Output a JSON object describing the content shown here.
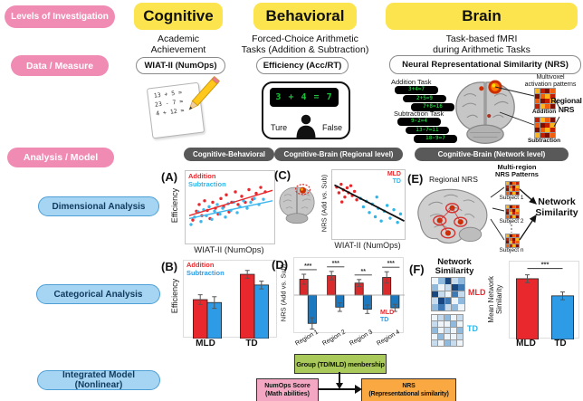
{
  "colors": {
    "mld_red": "#E8282C",
    "td_blue": "#2E9BE6",
    "accent_pink": "#F08CB4",
    "accent_yellow": "#FBE44D",
    "accent_light_blue": "#A5D5F2",
    "analysis_header_gray": "#595959",
    "stimulus_green": "#17C437",
    "group_box_green": "#A9C95A",
    "numops_box_pink": "#F4A7C3",
    "nrs_box_orange": "#F9A842"
  },
  "row_labels": {
    "levels": "Levels of Investigation",
    "data_measure": "Data / Measure",
    "analysis_model": "Analysis / Model",
    "dimensional": "Dimensional Analysis",
    "categorical": "Categorical Analysis",
    "integrated": "Integrated Model (Nonlinear)"
  },
  "columns": {
    "cognitive": {
      "header": "Cognitive",
      "subtitle": "Academic\nAchievement",
      "measure": "WIAT-II (NumOps)"
    },
    "behavioral": {
      "header": "Behavioral",
      "subtitle": "Forced-Choice Arithmetic\nTasks (Addition & Subtraction)",
      "measure": "Efficiency (Acc/RT)"
    },
    "brain": {
      "header": "Brain",
      "subtitle": "Task-based fMRI\nduring Arithmetic Tasks",
      "measure": "Neural Representational Similarity (NRS)"
    }
  },
  "cognitive_icon": {
    "equations": [
      "13 + 5 =",
      "23 - 7 =",
      "4 + 12 ="
    ]
  },
  "behavioral_icon": {
    "stimulus": "3 + 4 = 7",
    "left_option": "Ture",
    "right_option": "False"
  },
  "brain_measure": {
    "addition_task_label": "Addition Task",
    "addition_stimuli": [
      "3+4=7",
      "2+5=9",
      "7+8=16"
    ],
    "subtraction_task_label": "Subtraction Task",
    "subtraction_stimuli": [
      "9-2=4",
      "13-7=11",
      "18-9=7"
    ],
    "multivoxel_label": "Multivoxel\nactivation patterns",
    "addition_matrix_label": "Addition",
    "subtraction_matrix_label": "Subtraction",
    "regional_nrs_label": "Regional\nNRS"
  },
  "analysis_headers": {
    "behavioral": "Cognitive-Behavioral",
    "regional": "Cognitive-Brain (Regional level)",
    "network": "Cognitive-Brain (Network level)"
  },
  "panels": {
    "A": {
      "label": "(A)",
      "legend": [
        "Addition",
        "Subtraction"
      ],
      "xlabel": "WIAT-II (NumOps)",
      "ylabel": "Efficiency"
    },
    "B": {
      "label": "(B)",
      "legend": [
        "Addition",
        "Subtraction"
      ],
      "xlabels": [
        "MLD",
        "TD"
      ],
      "ylabel": "Efficiency"
    },
    "C": {
      "label": "(C)",
      "legend": [
        "MLD",
        "TD"
      ],
      "xlabel": "WIAT-II (NumOps)",
      "ylabel": "NRS (Add vs. Sub)"
    },
    "D": {
      "label": "(D)",
      "legend": [
        "MLD",
        "TD"
      ],
      "xlabels": [
        "Region 1",
        "Region 2",
        "Region 3",
        "Region 4"
      ],
      "ylabel": "NRS (Add vs. Sub)"
    },
    "E": {
      "label": "(E)",
      "regional_nrs_label": "Regional NRS",
      "patterns_label": "Multi-region\nNRS Patterns",
      "subjects": [
        "Subject 1",
        "Subject 2",
        "Subject n"
      ],
      "network_similarity_label": "Network\nSimilarity"
    },
    "F": {
      "label": "(F)",
      "title": "Network\nSimilarity",
      "matrix_labels": [
        "MLD",
        "TD"
      ],
      "xlabels": [
        "MLD",
        "TD"
      ],
      "ylabel": "Mean Network\nSimilarity"
    }
  },
  "integrated_model": {
    "group_box": "Group (TD/MLD) menbership",
    "numops_box": "NumOps Score\n(Math abilities)",
    "nrs_box": "NRS\n(Representational similarity)"
  },
  "chart_data": [
    {
      "id": "plotA",
      "panel": "A",
      "type": "scatter",
      "title": "Cognitive-Behavioral",
      "xlabel": "WIAT-II (NumOps)",
      "ylabel": "Efficiency",
      "axis_ticks": "unlabeled",
      "series": [
        {
          "name": "Addition",
          "color": "#E8282C",
          "points": [
            [
              8,
              34
            ],
            [
              12,
              46
            ],
            [
              15,
              55
            ],
            [
              18,
              40
            ],
            [
              21,
              60
            ],
            [
              24,
              47
            ],
            [
              27,
              36
            ],
            [
              30,
              58
            ],
            [
              33,
              50
            ],
            [
              36,
              42
            ],
            [
              39,
              63
            ],
            [
              42,
              52
            ],
            [
              45,
              68
            ],
            [
              48,
              45
            ],
            [
              51,
              58
            ],
            [
              55,
              72
            ],
            [
              58,
              55
            ],
            [
              62,
              66
            ],
            [
              66,
              58
            ],
            [
              70,
              75
            ],
            [
              74,
              62
            ],
            [
              78,
              70
            ],
            [
              83,
              78
            ],
            [
              88,
              72
            ]
          ],
          "trend": [
            [
              4,
              40
            ],
            [
              96,
              74
            ]
          ]
        },
        {
          "name": "Subtraction",
          "color": "#3FB7EC",
          "points": [
            [
              6,
              28
            ],
            [
              10,
              38
            ],
            [
              14,
              45
            ],
            [
              17,
              32
            ],
            [
              20,
              48
            ],
            [
              23,
              40
            ],
            [
              26,
              52
            ],
            [
              29,
              35
            ],
            [
              32,
              46
            ],
            [
              35,
              55
            ],
            [
              38,
              42
            ],
            [
              41,
              50
            ],
            [
              44,
              38
            ],
            [
              47,
              56
            ],
            [
              50,
              47
            ],
            [
              53,
              58
            ],
            [
              57,
              44
            ],
            [
              60,
              52
            ],
            [
              64,
              60
            ],
            [
              68,
              50
            ],
            [
              72,
              58
            ],
            [
              76,
              63
            ],
            [
              81,
              55
            ],
            [
              86,
              62
            ]
          ],
          "trend": [
            [
              4,
              36
            ],
            [
              96,
              60
            ]
          ]
        }
      ]
    },
    {
      "id": "plotC",
      "panel": "C",
      "type": "scatter",
      "title": "Cognitive-Brain (Regional level)",
      "xlabel": "WIAT-II (NumOps)",
      "ylabel": "NRS (Add vs. Sub)",
      "axis_ticks": "unlabeled",
      "series": [
        {
          "name": "MLD",
          "color": "#E8282C",
          "points": [
            [
              6,
              76
            ],
            [
              9,
              68
            ],
            [
              12,
              80
            ],
            [
              15,
              72
            ],
            [
              17,
              62
            ],
            [
              20,
              75
            ],
            [
              22,
              68
            ],
            [
              25,
              78
            ],
            [
              27,
              64
            ],
            [
              30,
              70
            ],
            [
              33,
              58
            ],
            [
              13,
              55
            ]
          ]
        },
        {
          "name": "TD",
          "color": "#2FB5E8",
          "points": [
            [
              38,
              60
            ],
            [
              42,
              48
            ],
            [
              46,
              56
            ],
            [
              50,
              40
            ],
            [
              54,
              52
            ],
            [
              58,
              34
            ],
            [
              62,
              46
            ],
            [
              66,
              28
            ],
            [
              70,
              42
            ],
            [
              74,
              50
            ],
            [
              78,
              32
            ],
            [
              83,
              44
            ],
            [
              88,
              26
            ],
            [
              92,
              38
            ],
            [
              60,
              62
            ]
          ]
        }
      ],
      "trend": {
        "color": "#111111",
        "points": [
          [
            3,
            79
          ],
          [
            97,
            28
          ]
        ]
      }
    },
    {
      "id": "plotB",
      "panel": "B",
      "type": "bar",
      "categories": [
        "MLD",
        "TD"
      ],
      "ylabel": "Efficiency",
      "ylim": [
        0,
        0.8
      ],
      "series": [
        {
          "name": "Addition",
          "color": "#E8282C",
          "values": [
            0.4,
            0.66
          ],
          "errors": [
            0.05,
            0.04
          ]
        },
        {
          "name": "Subtraction",
          "color": "#2E9BE6",
          "values": [
            0.37,
            0.55
          ],
          "errors": [
            0.06,
            0.04
          ]
        }
      ]
    },
    {
      "id": "plotD",
      "panel": "D",
      "type": "bar",
      "categories": [
        "Region 1",
        "Region 2",
        "Region 3",
        "Region 4"
      ],
      "ylabel": "NRS (Add vs. Sub)",
      "ylim": [
        -1.1,
        1.05
      ],
      "significance": [
        "***",
        "***",
        "**",
        "***"
      ],
      "series": [
        {
          "name": "MLD",
          "color": "#D92B2B",
          "values": [
            0.45,
            0.55,
            0.34,
            0.5
          ],
          "errors": [
            0.14,
            0.12,
            0.1,
            0.16
          ]
        },
        {
          "name": "TD",
          "color": "#1C79C0",
          "values": [
            -0.8,
            -0.34,
            -0.4,
            -0.36
          ],
          "errors": [
            0.16,
            0.12,
            0.12,
            0.1
          ]
        }
      ]
    },
    {
      "id": "plotF",
      "panel": "F",
      "type": "bar",
      "categories": [
        "MLD",
        "TD"
      ],
      "ylabel": "Mean Network Similarity",
      "ylim": [
        0,
        1.0
      ],
      "significance": "***",
      "values": [
        0.78,
        0.56
      ],
      "errors": [
        0.05,
        0.05
      ],
      "colors": [
        "#E8282C",
        "#2E9BE6"
      ]
    },
    {
      "id": "matMLD",
      "panel": "F",
      "type": "heatmap",
      "name": "MLD network similarity matrix",
      "palette": [
        "#EDF4FA",
        "#C6DBEE",
        "#8FBADD",
        "#3E79B4",
        "#17477E"
      ],
      "values": [
        [
          0,
          2,
          4,
          1,
          2
        ],
        [
          2,
          0,
          1,
          4,
          3
        ],
        [
          4,
          1,
          0,
          3,
          1
        ],
        [
          1,
          4,
          3,
          0,
          2
        ],
        [
          2,
          3,
          1,
          2,
          0
        ]
      ]
    },
    {
      "id": "matTD",
      "panel": "F",
      "type": "heatmap",
      "name": "TD network similarity matrix",
      "palette": [
        "#EDF4FA",
        "#C6DBEE",
        "#8FBADD",
        "#3E79B4",
        "#17477E"
      ],
      "values": [
        [
          0,
          1,
          2,
          0,
          1
        ],
        [
          1,
          0,
          0,
          2,
          0
        ],
        [
          2,
          0,
          1,
          0,
          2
        ],
        [
          0,
          2,
          0,
          0,
          1
        ],
        [
          1,
          0,
          2,
          1,
          0
        ]
      ]
    },
    {
      "id": "matAdd",
      "panel": "measure",
      "type": "heatmap",
      "name": "Addition activation pattern",
      "palette": [
        "#7E0F00",
        "#C31E00",
        "#F2600C",
        "#FFB41C"
      ],
      "values": [
        [
          3,
          1,
          0,
          2
        ],
        [
          0,
          2,
          3,
          1
        ],
        [
          2,
          0,
          1,
          3
        ],
        [
          1,
          3,
          2,
          0
        ]
      ]
    },
    {
      "id": "matSub",
      "panel": "measure",
      "type": "heatmap",
      "name": "Subtraction activation pattern",
      "palette": [
        "#7E0F00",
        "#C31E00",
        "#F2600C",
        "#FFB41C"
      ],
      "values": [
        [
          1,
          3,
          2,
          0
        ],
        [
          2,
          0,
          1,
          3
        ],
        [
          0,
          2,
          3,
          1
        ],
        [
          3,
          1,
          0,
          2
        ]
      ]
    },
    {
      "id": "matSubj",
      "panel": "E",
      "type": "heatmap",
      "name": "Subject multi-region NRS pattern",
      "palette": [
        "#7E0F00",
        "#C31E00",
        "#F2600C",
        "#FFB41C"
      ],
      "values": [
        [
          3,
          0,
          2,
          1
        ],
        [
          1,
          2,
          0,
          3
        ],
        [
          0,
          3,
          1,
          2
        ],
        [
          2,
          1,
          3,
          0
        ]
      ]
    }
  ]
}
